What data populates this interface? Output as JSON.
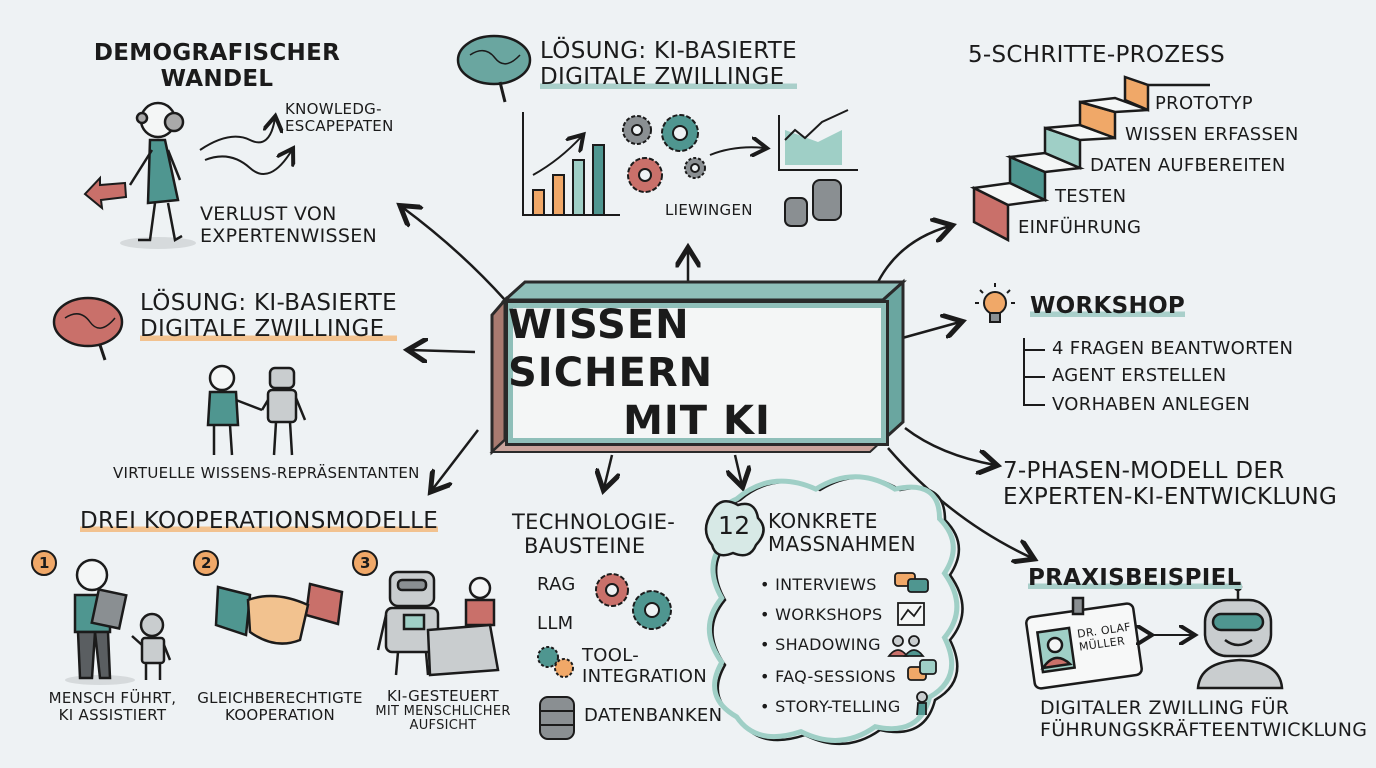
{
  "center": {
    "line1": "WISSEN SICHERN",
    "line2": "MIT KI"
  },
  "demografie": {
    "title1": "DEMOGRAFISCHER",
    "title2": "WANDEL",
    "note1": "KNOWLEDG-",
    "note2": "ESCAPEPATEN",
    "caption1": "VERLUST VON",
    "caption2": "EXPERTENWISSEN"
  },
  "solution_top": {
    "title1": "LÖSUNG: KI-BASIERTE",
    "title2": "DIGITALE ZWILLINGE",
    "label": "LIEWINGEN"
  },
  "process": {
    "title": "5-SCHRITTE-PROZESS",
    "steps": [
      "PROTOTYP",
      "WISSEN ERFASSEN",
      "DATEN AUFBEREITEN",
      "TESTEN",
      "EINFÜHRUNG"
    ],
    "step_colors": [
      "#f0a868",
      "#f0a868",
      "#9fcfc6",
      "#4f9690",
      "#c9706a"
    ]
  },
  "workshop": {
    "title": "WORKSHOP",
    "items": [
      "4 FRAGEN BEANTWORTEN",
      "AGENT ERSTELLEN",
      "VORHABEN ANLEGEN"
    ]
  },
  "phasen": {
    "line1": "7-PHASEN-MODELL DER",
    "line2": "EXPERTEN-KI-ENTWICKLUNG"
  },
  "praxis": {
    "title": "PRAXISBEISPIEL",
    "badge1": "DR. OLAF",
    "badge2": "MÜLLER",
    "caption1": "DIGITALER ZWILLING FÜR",
    "caption2": "FÜHRUNGSKRÄFTEENTWICKLUNG"
  },
  "solution_left": {
    "title1": "LÖSUNG: KI-BASIERTE",
    "title2": "DIGITALE ZWILLINGE",
    "caption": "VIRTUELLE WISSENS-REPRÄSENTANTEN"
  },
  "kooperation": {
    "title": "DREI KOOPERATIONSMODELLE",
    "models": [
      {
        "num": "1",
        "line1": "MENSCH FÜHRT,",
        "line2": "KI ASSISTIERT"
      },
      {
        "num": "2",
        "line1": "GLEICHBERECHTIGTE",
        "line2": "KOOPERATION"
      },
      {
        "num": "3",
        "line1": "KI-GESTEUERT",
        "line2": "MIT MENSCHLICHER",
        "line3": "AUFSICHT"
      }
    ]
  },
  "technologie": {
    "title1": "TECHNOLOGIE-",
    "title2": "BAUSTEINE",
    "items": [
      "RAG",
      "LLM",
      "TOOL-",
      "INTEGRATION",
      "DATENBANKEN"
    ]
  },
  "massnahmen": {
    "badge": "12",
    "title1": "KONKRETE",
    "title2": "MASSNAHMEN",
    "items": [
      "• INTERVIEWS",
      "• WORKSHOPS",
      "• SHADOWING",
      "• FAQ-SESSIONS",
      "• STORY-TELLING"
    ]
  },
  "colors": {
    "teal": "#4f9690",
    "light_teal": "#9fcfc6",
    "orange": "#f0a868",
    "red": "#c9706a",
    "grey": "#8a8f92",
    "background": "#eef2f4"
  }
}
